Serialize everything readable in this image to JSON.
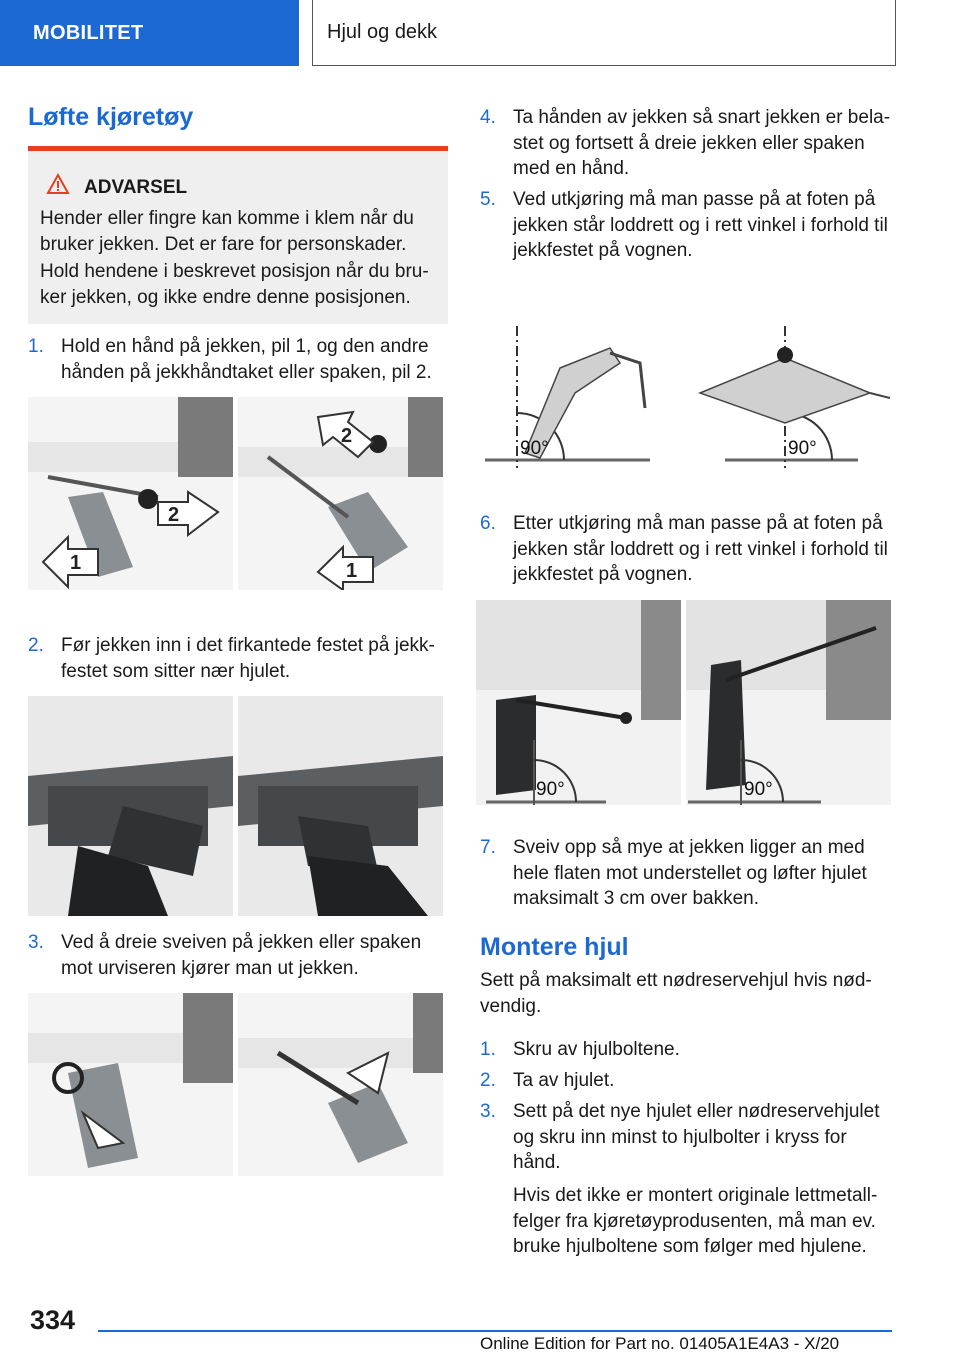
{
  "header": {
    "section": "MOBILITET",
    "chapter": "Hjul og dekk"
  },
  "left": {
    "heading": "Løfte kjøretøy",
    "warning": {
      "title": "ADVARSEL",
      "body": "Hender eller fingre kan komme i klem når du bruker jekken. Det er fare for personskader. Hold hendene i beskrevet posisjon når du bru‐ ker jekken, og ikke endre denne posisjonen."
    },
    "steps": [
      {
        "num": "1.",
        "text": "Hold en hånd på jekken, pil 1, og den andre hånden på jekkhåndtaket eller spaken, pil 2."
      },
      {
        "num": "2.",
        "text": "Før jekken inn i det firkantede festet på jekk‐ festet som sitter nær hjulet."
      },
      {
        "num": "3.",
        "text": "Ved å dreie sveiven på jekken eller spaken mot urviseren kjører man ut jekken."
      }
    ],
    "figure1_labels": [
      "1",
      "2",
      "2",
      "1"
    ]
  },
  "right": {
    "steps": [
      {
        "num": "4.",
        "text": "Ta hånden av jekken så snart jekken er bela‐ stet og fortsett å dreie jekken eller spaken med en hånd."
      },
      {
        "num": "5.",
        "text": "Ved utkjøring må man passe på at foten på jekken står loddrett og i rett vinkel i forhold til jekkfestet på vognen."
      },
      {
        "num": "6.",
        "text": "Etter utkjøring må man passe på at foten på jekken står loddrett og i rett vinkel i forhold til jekkfestet på vognen."
      },
      {
        "num": "7.",
        "text": "Sveiv opp så mye at jekken ligger an med hele flaten mot understellet og løfter hjulet maksimalt 3 cm over bakken."
      }
    ],
    "angle_label": "90°",
    "heading2": "Montere hjul",
    "intro": "Sett på maksimalt ett nødreservehjul hvis nød‐ vendig.",
    "mount_steps": [
      {
        "num": "1.",
        "text": "Skru av hjulboltene."
      },
      {
        "num": "2.",
        "text": "Ta av hjulet."
      },
      {
        "num": "3.",
        "text": "Sett på det nye hjulet eller nødreservehjulet og skru inn minst to hjulbolter i kryss for hånd."
      }
    ],
    "note": "Hvis det ikke er montert originale lettmetall‐ felger fra kjøretøyprodusenten, må man ev. bruke hjulboltene som følger med hjulene."
  },
  "footer": {
    "page": "334",
    "edition": "Online Edition for Part no. 01405A1E4A3 - X/20"
  },
  "colors": {
    "accent": "#1c69d4",
    "warning_bar": "#e3411d"
  },
  "icons": {
    "warning": "warning-triangle-icon"
  }
}
